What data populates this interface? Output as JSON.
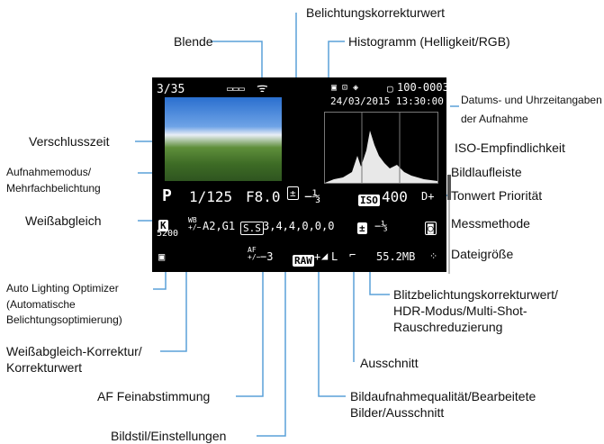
{
  "camera_screen": {
    "image_count": "3/35",
    "folder_file": "100-0003",
    "date_time": "24/03/2015 13:30:00",
    "shutter_speed": "1/125",
    "aperture": "F8.0",
    "exposure_comp": "−⅓",
    "shooting_mode": "P",
    "iso": "400",
    "d_plus": "D+",
    "wb_kelvin_label": "K",
    "wb_kelvin_value": "5200",
    "wb_shift": "A2,G1",
    "picture_style_values": "3,4,4,0,0,0",
    "flash_comp": "−⅓",
    "af_microadjust": "−3",
    "quality_raw": "RAW",
    "quality_plus": "+",
    "quality_jpeg": "L",
    "file_size": "55.2MB"
  },
  "callouts": {
    "belichtungskorrekturwert": "Belichtungskorrekturwert",
    "blende": "Blende",
    "histogramm": "Histogramm (Helligkeit/RGB)",
    "datum_line1": "Datums- und Uhrzeitangaben",
    "datum_line2": "der Aufnahme",
    "verschlusszeit": "Verschlusszeit",
    "iso_empfindlichkeit": "ISO-Empfindlichkeit",
    "aufnahmemodus_line1": "Aufnahmemodus/",
    "aufnahmemodus_line2": "Mehrfachbelichtung",
    "bildlaufleiste": "Bildlaufleiste",
    "tonwert": "Tonwert Priorität",
    "weissabgleich": "Weißabgleich",
    "messmethode": "Messmethode",
    "dateigroesse": "Dateigröße",
    "alo_line1": "Auto Lighting Optimizer",
    "alo_line2": "(Automatische",
    "alo_line3": "Belichtungsoptimierung)",
    "blitz_line1": "Blitzbelichtungskorrekturwert/",
    "blitz_line2": "HDR-Modus/Multi-Shot-",
    "blitz_line3": "Rauschreduzierung",
    "wb_korr_line1": "Weißabgleich-Korrektur/",
    "wb_korr_line2": "Korrekturwert",
    "ausschnitt": "Ausschnitt",
    "af_fein": "AF Feinabstimmung",
    "bildqual_line1": "Bildaufnahmequalität/Bearbeitete",
    "bildqual_line2": "Bilder/Ausschnitt",
    "bildstil": "Bildstil/Einstellungen"
  }
}
